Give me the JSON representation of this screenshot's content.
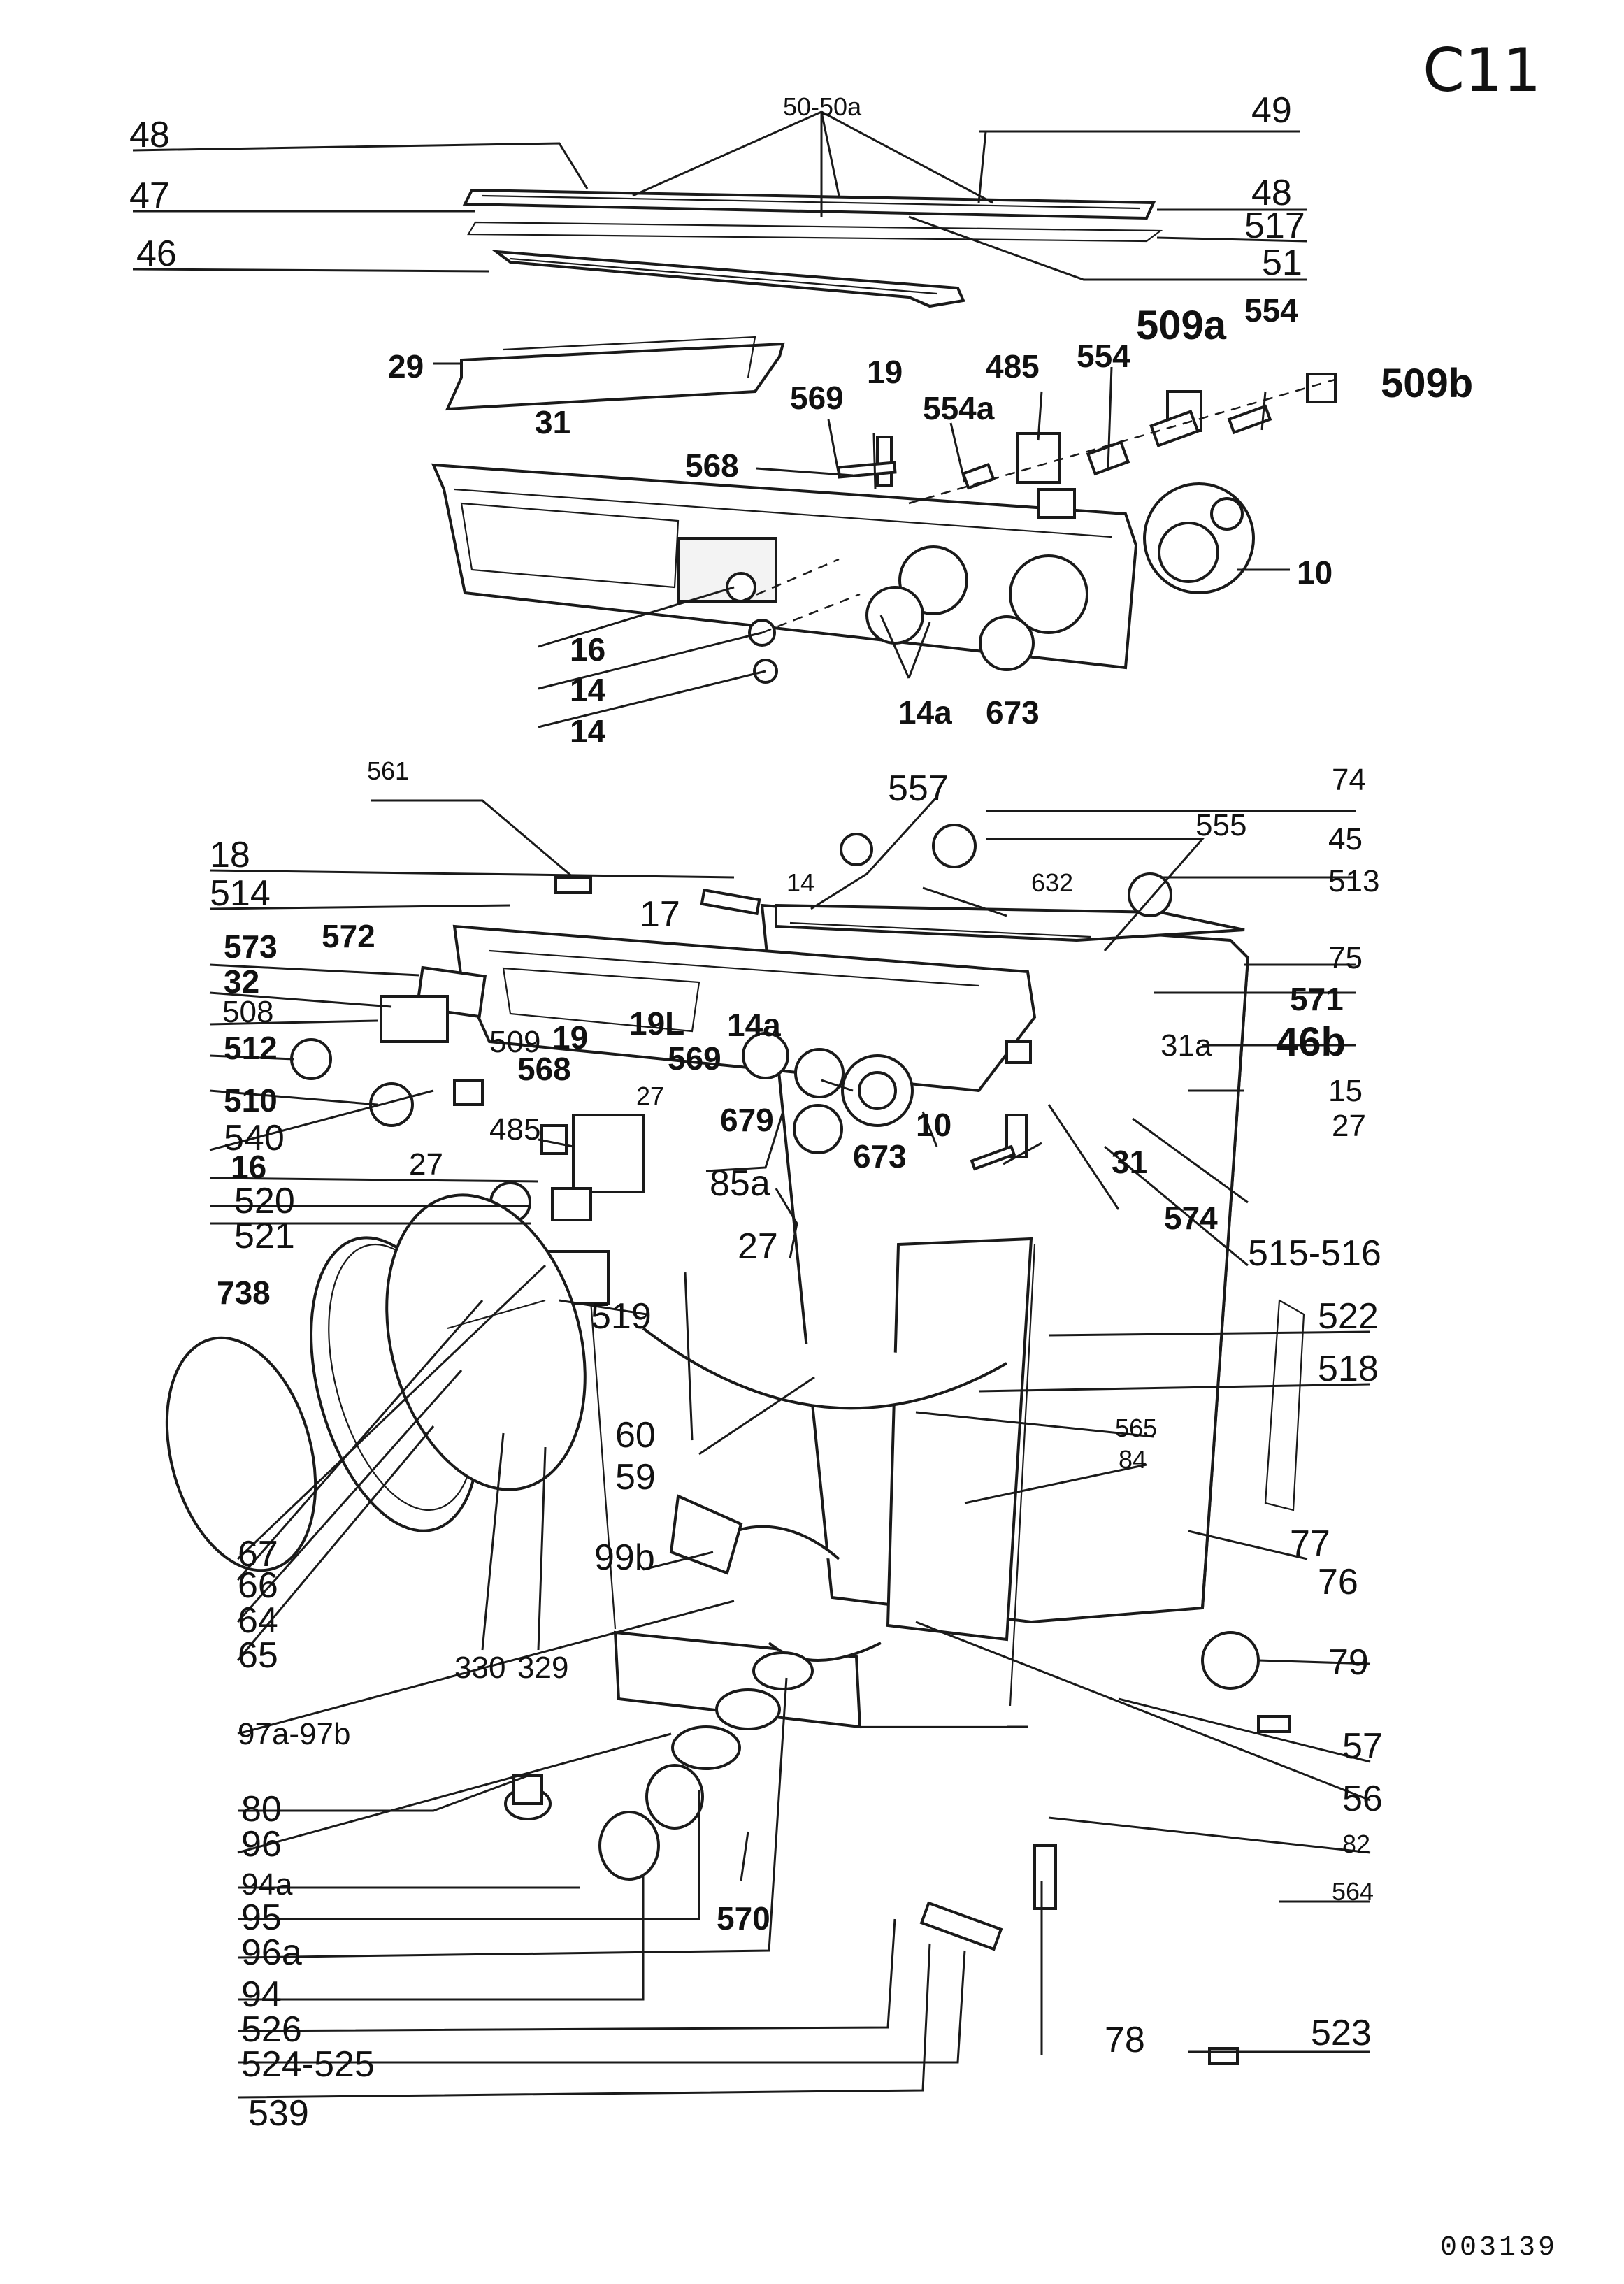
{
  "sheet_id": "C11",
  "drawing_number": "003139",
  "top_assembly_labels": [
    "50-50a",
    "49",
    "48",
    "47",
    "48",
    "517",
    "46",
    "51",
    "29",
    "569",
    "19",
    "485",
    "554",
    "509a",
    "554",
    "509b",
    "554a",
    "568",
    "31",
    "10",
    "16",
    "14",
    "14",
    "14a",
    "673"
  ],
  "main_assembly_labels": [
    "561",
    "557",
    "74",
    "555",
    "45",
    "18",
    "632",
    "513",
    "514",
    "17",
    "14",
    "75",
    "573",
    "572",
    "571",
    "32",
    "31a",
    "46b",
    "508",
    "19",
    "19L",
    "14a",
    "509",
    "512",
    "569",
    "15",
    "568",
    "27",
    "510",
    "679",
    "10",
    "27",
    "540",
    "485",
    "673",
    "31",
    "16",
    "27",
    "85a",
    "574",
    "520",
    "521",
    "515-516",
    "27",
    "738",
    "519",
    "522",
    "518",
    "60",
    "565",
    "59",
    "84",
    "67",
    "99b",
    "77",
    "66",
    "76",
    "64",
    "65",
    "330",
    "329",
    "79",
    "97a-97b",
    "57",
    "80",
    "56",
    "96",
    "82",
    "94a",
    "564",
    "95",
    "570",
    "96a",
    "94",
    "526",
    "78",
    "523",
    "524-525",
    "539"
  ]
}
